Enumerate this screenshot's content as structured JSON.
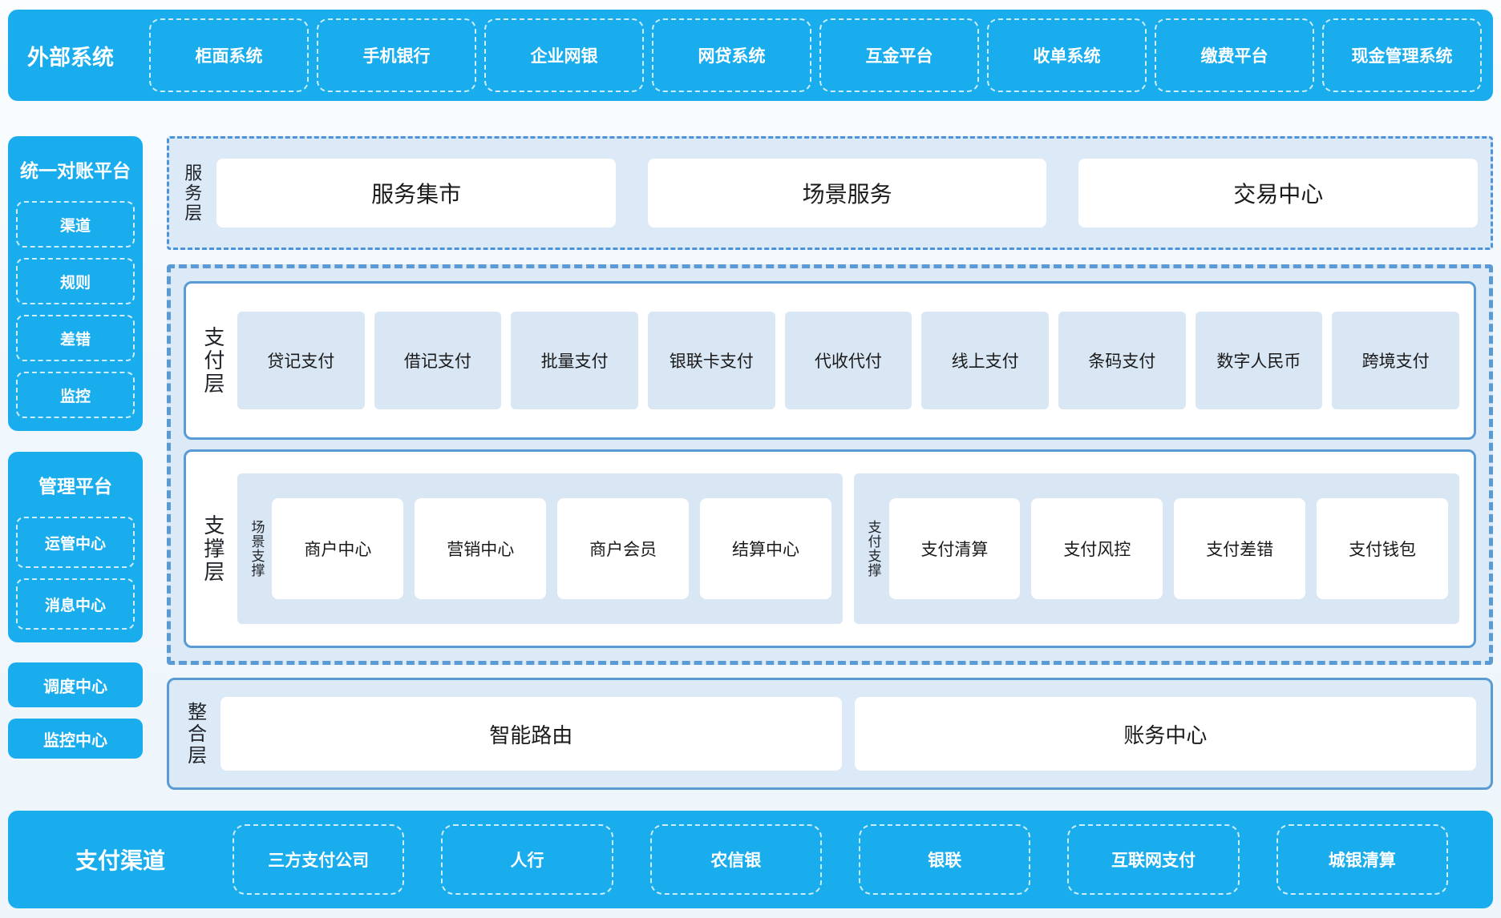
{
  "colors": {
    "brand_blue": "#1aadee",
    "panel_light_blue": "#dce9f6",
    "item_light_blue": "#d9e6f3",
    "border_blue": "#5b9bd5",
    "text_dark": "#1a1a1a",
    "white": "#ffffff"
  },
  "external_systems": {
    "title": "外部系统",
    "items": [
      "柜面系统",
      "手机银行",
      "企业网银",
      "网贷系统",
      "互金平台",
      "收单系统",
      "缴费平台",
      "现金管理系统"
    ]
  },
  "sidebar": {
    "reconciliation_platform": {
      "title": "统一对账平台",
      "items": [
        "渠道",
        "规则",
        "差错",
        "监控"
      ]
    },
    "management_platform": {
      "title": "管理平台",
      "items": [
        "运管中心",
        "消息中心"
      ]
    },
    "scheduling_center": "调度中心",
    "monitoring_center": "监控中心"
  },
  "service_layer": {
    "label": "服务层",
    "items": [
      "服务集市",
      "场景服务",
      "交易中心"
    ]
  },
  "payment_layer": {
    "label": "支付层",
    "items": [
      "贷记支付",
      "借记支付",
      "批量支付",
      "银联卡支付",
      "代收代付",
      "线上支付",
      "条码支付",
      "数字人民币",
      "跨境支付"
    ]
  },
  "support_layer": {
    "label": "支撑层",
    "groups": [
      {
        "label": "场景支撑",
        "items": [
          "商户中心",
          "营销中心",
          "商户会员",
          "结算中心"
        ]
      },
      {
        "label": "支付支撑",
        "items": [
          "支付清算",
          "支付风控",
          "支付差错",
          "支付钱包"
        ]
      }
    ]
  },
  "integration_layer": {
    "label": "整合层",
    "items": [
      "智能路由",
      "账务中心"
    ]
  },
  "payment_channels": {
    "title": "支付渠道",
    "items": [
      "三方支付公司",
      "人行",
      "农信银",
      "银联",
      "互联网支付",
      "城银清算"
    ]
  }
}
